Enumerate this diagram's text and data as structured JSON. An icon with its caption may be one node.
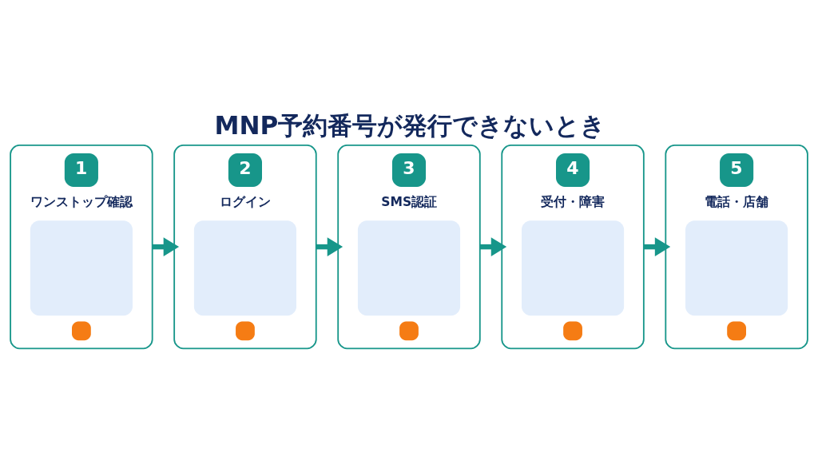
{
  "diagram": {
    "title": "MNP予約番号が発行できないとき",
    "nodes": [
      {
        "text": [
          "1",
          "ワンストップ確認"
        ]
      },
      {
        "text": [
          "2",
          "ログイン"
        ]
      },
      {
        "text": [
          "3",
          "SMS認証"
        ]
      },
      {
        "text": [
          "4",
          "受付・障害"
        ]
      },
      {
        "text": [
          "5",
          "電話・店舗"
        ]
      }
    ],
    "edges": [
      {
        "from": 0,
        "to": 1,
        "arrow": "to"
      },
      {
        "from": 1,
        "to": 2,
        "arrow": "to"
      },
      {
        "from": 2,
        "to": 3,
        "arrow": "to"
      },
      {
        "from": 3,
        "to": 4,
        "arrow": "to"
      }
    ]
  }
}
